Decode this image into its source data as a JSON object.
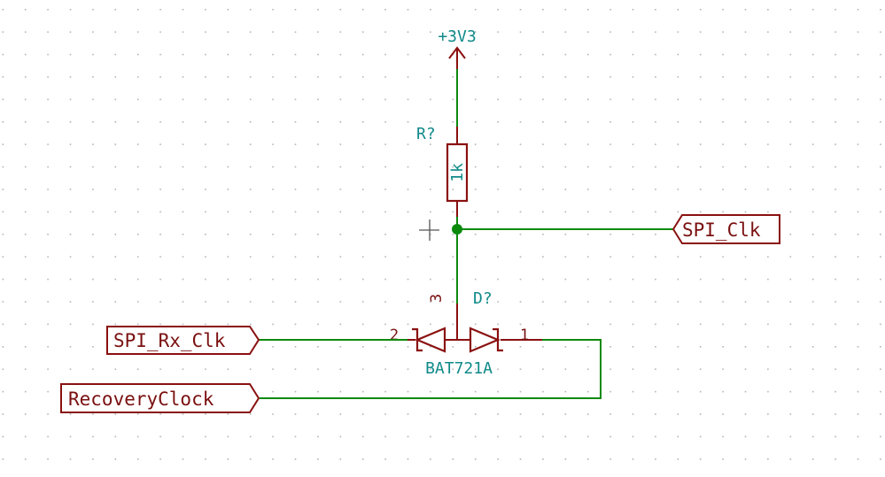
{
  "colors": {
    "wire": "#0c8a0c",
    "component": "#8a1010",
    "reference_text": "#118a8a",
    "grid_dot": "#b4b4b4",
    "background": "#ffffff"
  },
  "power": {
    "name": "+3V3"
  },
  "resistor": {
    "ref": "R?",
    "value": "1k"
  },
  "diode": {
    "ref": "D?",
    "value": "BAT721A",
    "pins": {
      "anode_left": "2",
      "common": "3",
      "anode_right": "1"
    }
  },
  "labels": {
    "spi_clk": "SPI_Clk",
    "spi_rx_clk": "SPI_Rx_Clk",
    "recovery_clock": "RecoveryClock"
  },
  "cursor": {
    "icon": "crosshair-cursor-icon"
  }
}
